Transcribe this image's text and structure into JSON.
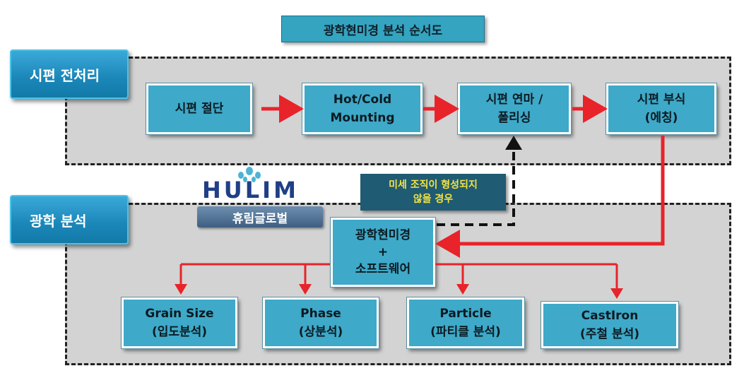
{
  "title": "광학현미경 분석 순서도",
  "sections": {
    "prep": "시편 전처리",
    "analysis": "광학 분석"
  },
  "steps": [
    {
      "line1": "시편 절단",
      "line2": ""
    },
    {
      "line1": "Hot/Cold",
      "line2": "Mounting"
    },
    {
      "line1": "시편 연마 /",
      "line2": "폴리싱"
    },
    {
      "line1": "시편 부식",
      "line2": "(에칭)"
    }
  ],
  "center": {
    "line1": "광학현미경",
    "line2": "+",
    "line3": "소프트웨어"
  },
  "note": {
    "line1": "미세 조직이 형성되지",
    "line2": "않을 경우"
  },
  "logo": {
    "text": "HULIM",
    "brand": "휴림글로벌"
  },
  "outputs": [
    {
      "line1": "Grain Size",
      "line2": "(입도분석)"
    },
    {
      "line1": "Phase",
      "line2": "(상분석)"
    },
    {
      "line1": "Particle",
      "line2": "(파티클 분석)"
    },
    {
      "line1": "CastIron",
      "line2": "(주철 분석)"
    }
  ],
  "colors": {
    "box": "#3ea9c8",
    "arrow": "#e8232a",
    "tag": "#1e8fbe",
    "note_text": "#f4e341"
  }
}
